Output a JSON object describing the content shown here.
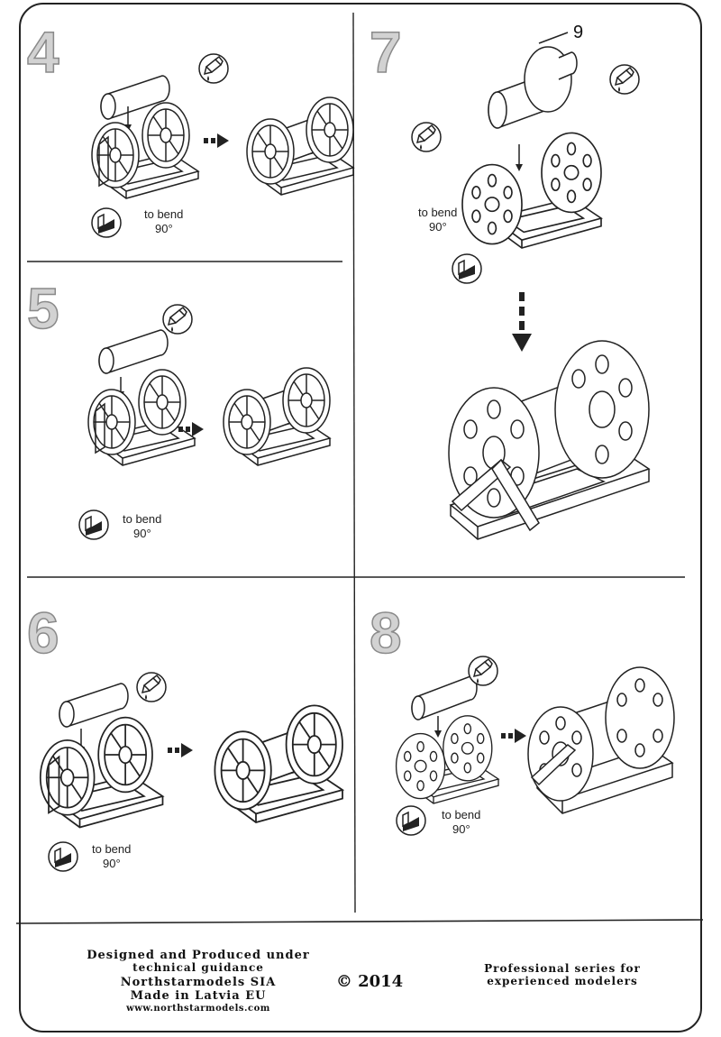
{
  "steps": [
    {
      "number": "4",
      "bend_text": "to bend",
      "bend_angle": "90°"
    },
    {
      "number": "5",
      "bend_text": "to bend",
      "bend_angle": "90°"
    },
    {
      "number": "6",
      "bend_text": "to bend",
      "bend_angle": "90°"
    },
    {
      "number": "7",
      "bend_text": "to bend",
      "bend_angle": "90°",
      "callout": "9"
    },
    {
      "number": "8",
      "bend_text": "to bend",
      "bend_angle": "90°"
    }
  ],
  "footer": {
    "line1": "Designed and Produced under",
    "line2": "technical guidance",
    "line3": "Northstarmodels SIA",
    "line4": "Made in Latvia EU",
    "line5": "www.northstarmodels.com",
    "copyright": "© 2014",
    "tagline1": "Professional series for",
    "tagline2": "experienced modelers"
  },
  "icons": [
    "glue-icon",
    "bend-tool-icon",
    "arrow-icon"
  ]
}
